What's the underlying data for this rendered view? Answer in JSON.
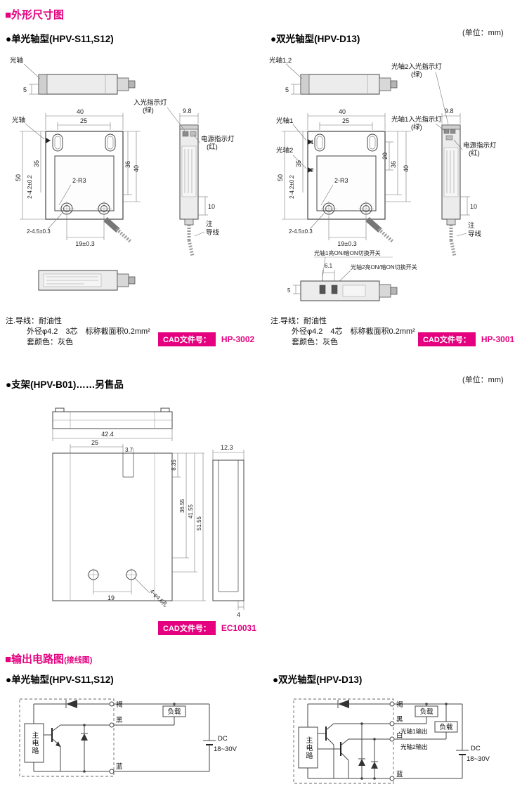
{
  "top": {
    "section_title": "■外形尺寸图",
    "unit": "(单位：mm)",
    "single_title": "●单光轴型(HPV-S11,S12)",
    "dual_title": "●双光轴型(HPV-D13)"
  },
  "single": {
    "topview": {
      "axis": "光轴",
      "d5": "5"
    },
    "front": {
      "d40": "40",
      "d25": "25",
      "axis": "光轴",
      "d50": "50",
      "holes": "2-4.2±0.2",
      "d35": "35",
      "radius": "2-R3",
      "d36": "36",
      "d40b": "40",
      "dholes": "2-4.5±0.3",
      "d19": "19±0.3"
    },
    "side": {
      "d98": "9.8",
      "in_lamp": "入光指示灯",
      "in_lamp_c": "(绿)",
      "pw_lamp": "电源指示灯",
      "pw_lamp_c": "(红)",
      "d10": "10",
      "note": "注",
      "wire": "导线"
    },
    "notes": {
      "l1": "注.导线：耐油性",
      "l2": "外径φ4.2　3芯　标称截面积0.2mm²",
      "l3": "套颜色：灰色"
    },
    "cad_label": "CAD文件号：",
    "cad_no": "HP-3002"
  },
  "dual": {
    "topview": {
      "axis": "光轴1,2",
      "d5": "5"
    },
    "front": {
      "d40": "40",
      "d25": "25",
      "axis1": "光轴1",
      "axis2": "光轴2",
      "mark1": "1",
      "mark2": "2",
      "d50": "50",
      "holes": "2-4.2±0.2",
      "d35": "35",
      "radius": "2-R3",
      "d20": "20",
      "d36": "36",
      "d40b": "40",
      "dholes": "2-4.5±0.3",
      "d19": "19±0.3"
    },
    "side": {
      "d98": "9.8",
      "in_lamp2": "光轴2入光指示灯",
      "in_lamp2_c": "(绿)",
      "in_lamp1": "光轴1入光指示灯",
      "in_lamp1_c": "(绿)",
      "pw_lamp": "电源指示灯",
      "pw_lamp_c": "(红)",
      "d10": "10",
      "note": "注",
      "wire": "导线"
    },
    "switch": {
      "sw1": "光轴1亮ON/暗ON切换开关",
      "sw2": "光轴2亮ON/暗ON切换开关",
      "d61": "6.1",
      "d5": "5"
    },
    "notes": {
      "l1": "注.导线：耐油性",
      "l2": "外径φ4.2　4芯　标称截面积0.2mm²",
      "l3": "套颜色：灰色"
    },
    "cad_label": "CAD文件号：",
    "cad_no": "HP-3001"
  },
  "bracket": {
    "title": "●支架(HPV-B01)……另售品",
    "d424": "42.4",
    "d25": "25",
    "d37": "3.7",
    "d835": "8.35",
    "d3655": "36.55",
    "d4155": "41.55",
    "d5155": "51.55",
    "d19": "19",
    "holes": "4-φ4.6孔",
    "d123": "12.3",
    "d4": "4",
    "cad_label": "CAD文件号：",
    "cad_no": "EC10031"
  },
  "circuit": {
    "section_title": "■输出电路图",
    "section_sub": "(接线图)",
    "single_title": "●单光轴型(HPV-S11,S12)",
    "dual_title": "●双光轴型(HPV-D13)",
    "single": {
      "main": "主电路",
      "brown": "褐",
      "black": "黑",
      "blue": "蓝",
      "load": "负载",
      "dc1": "DC",
      "dc2": "18~30V"
    },
    "dual": {
      "main": "主电路",
      "brown": "褐",
      "black": "黑",
      "white": "白",
      "blue": "蓝",
      "load1": "负载",
      "load2": "负载",
      "out1": "光轴1输出",
      "out2": "光轴2输出",
      "dc1": "DC",
      "dc2": "18~30V"
    }
  }
}
